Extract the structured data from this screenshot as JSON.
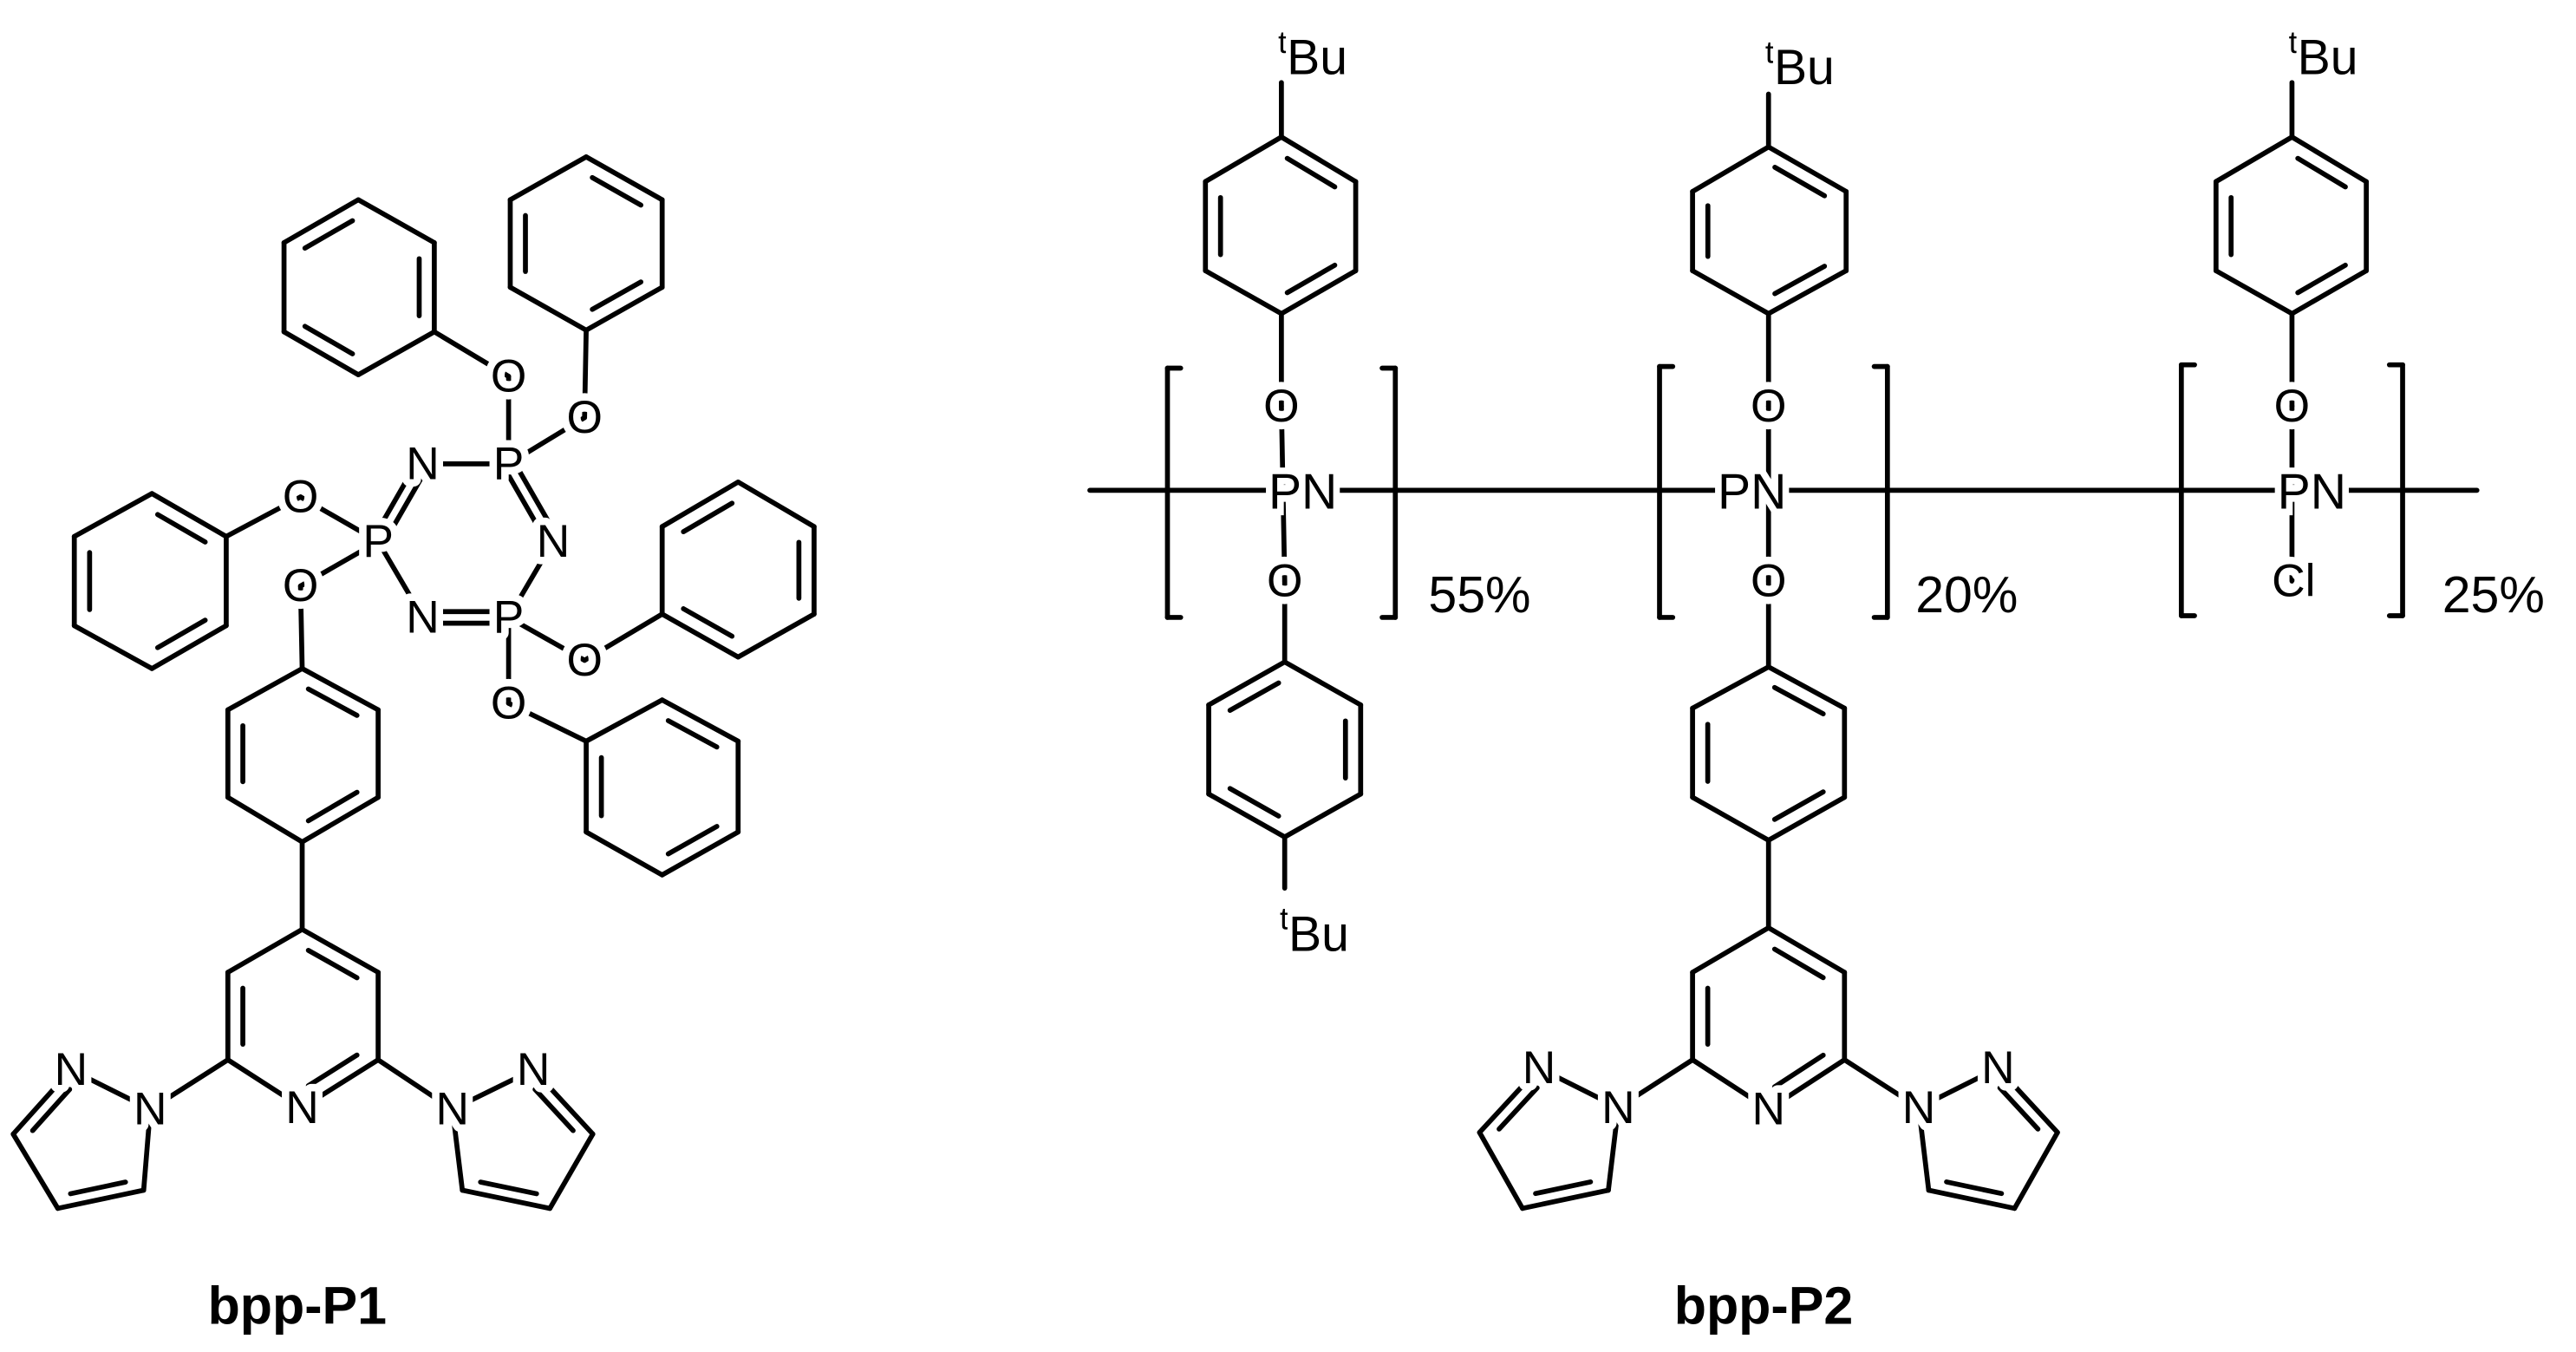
{
  "atoms": {
    "N": "N",
    "P": "P",
    "O": "O",
    "Cl": "Cl",
    "PN": "PN",
    "Bu": "Bu",
    "t": "t"
  },
  "compounds": [
    {
      "name": "bpp-P1"
    },
    {
      "name": "bpp-P2",
      "units": [
        {
          "percent": "55%"
        },
        {
          "percent": "20%"
        },
        {
          "percent": "25%"
        }
      ]
    }
  ],
  "colors": {
    "ink": "#000000",
    "background": "#ffffff"
  }
}
